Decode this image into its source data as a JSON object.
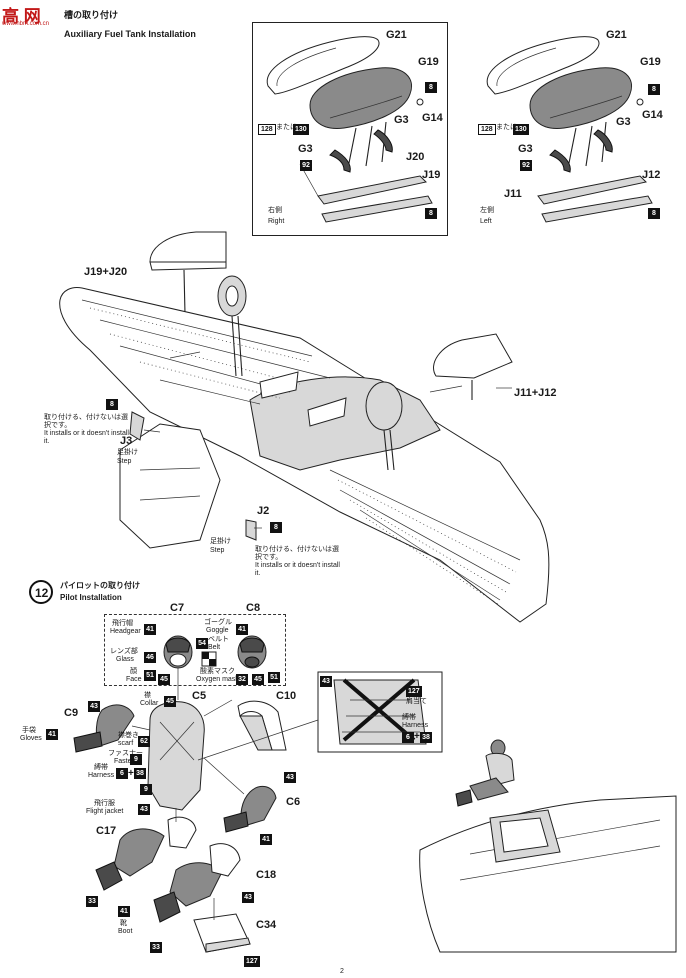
{
  "header": {
    "watermark_chars": "高 网",
    "watermark_sub": "www.hbm.com.cn",
    "title_jp": "槽の取り付け",
    "title_en": "Auxiliary Fuel Tank Installation"
  },
  "right_inset": {
    "labels": {
      "g21": "G21",
      "g19": "G19",
      "g3": "G3",
      "g14": "G14",
      "g3b": "G3",
      "j20": "J20",
      "j19": "J19"
    },
    "side_jp": "右側",
    "side_en": "Right",
    "nums": {
      "n8a": "8",
      "n8b": "8",
      "n92": "92",
      "n128": "128",
      "n130": "130",
      "mata": "または"
    }
  },
  "left_inset": {
    "labels": {
      "g21": "G21",
      "g19": "G19",
      "g3": "G3",
      "g14": "G14",
      "g3b": "G3",
      "j11": "J11",
      "j12": "J12"
    },
    "side_jp": "左側",
    "side_en": "Left",
    "nums": {
      "n8a": "8",
      "n8b": "8",
      "n92": "92",
      "n128": "128",
      "n130": "130",
      "mata": "または"
    }
  },
  "wing": {
    "label_j19j20": "J19+J20",
    "label_j11j12": "J11+J12",
    "j3": "J3",
    "j3_jp": "足掛け",
    "j3_en": "Step",
    "j2": "J2",
    "j2_jp": "足掛け",
    "j2_en": "Step",
    "n8a": "8",
    "n8b": "8",
    "note_jp": "取り付ける、付けないは選択です。",
    "note_en": "It installs or it doesn't install it."
  },
  "step12": {
    "number": "12",
    "title_jp": "パイロットの取り付け",
    "title_en": "Pilot Installation"
  },
  "pilot": {
    "c7": "C7",
    "c8": "C8",
    "headgear_jp": "飛行帽",
    "headgear_en": "Headgear",
    "glass_jp": "レンズ部",
    "glass_en": "Glass",
    "face_jp": "顔",
    "face_en": "Face",
    "goggle_jp": "ゴーグル",
    "goggle_en": "Goggle",
    "belt_jp": "ベルト",
    "belt_en": "Belt",
    "oxygen_jp": "酸素マスク",
    "oxygen_en": "Oxygen mask",
    "collar_jp": "襟",
    "collar_en": "Collar",
    "scarf_jp": "襟巻き",
    "scarf_en": "scarf",
    "fastener_jp": "ファスナー",
    "fastener_en": "Fastener",
    "harness_jp": "縛帯",
    "harness_en": "Harness",
    "gloves_jp": "手袋",
    "gloves_en": "Gloves",
    "jacket_jp": "飛行服",
    "jacket_en": "Flight jacket",
    "boot_jp": "靴",
    "boot_en": "Boot",
    "shoulder_jp": "肩当て",
    "c5": "C5",
    "c9": "C9",
    "c10": "C10",
    "c6": "C6",
    "c17": "C17",
    "c18": "C18",
    "c34": "C34",
    "plus": "+",
    "n41": "41",
    "n46": "46",
    "n51": "51",
    "n45": "45",
    "n54": "54",
    "n32": "32",
    "n43": "43",
    "n62": "62",
    "n9": "9",
    "n6": "6",
    "n38": "38",
    "n33": "33",
    "n127": "127"
  },
  "footer": {
    "page": "2"
  }
}
